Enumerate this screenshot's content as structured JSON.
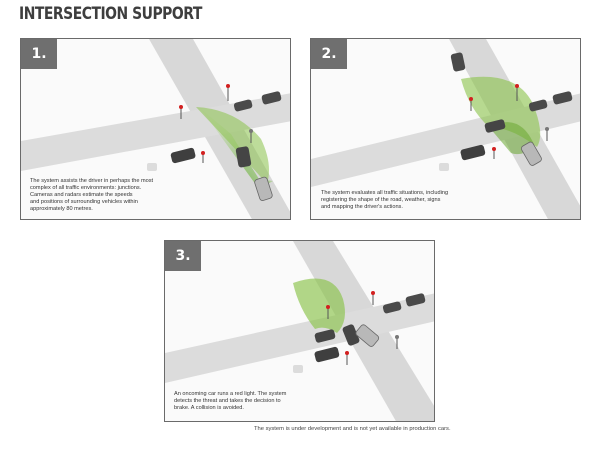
{
  "page": {
    "title": "INTERSECTION SUPPORT"
  },
  "panels": [
    {
      "number": "1.",
      "caption": "The system assists the driver in perhaps the most\ncomplex of all traffic environments: junctions.\nCameras and radars estimate the speeds\nand positions of surrounding vehicles within\napproximately 80 metres."
    },
    {
      "number": "2.",
      "caption": "The system evaluates all traffic situations, including\nregistering the shape of the road, weather, signs\nand mapping the driver's actions."
    },
    {
      "number": "3.",
      "caption": "An oncoming car runs a red light. The system\ndetects the threat and takes the decision to\nbrake. A collision is avoided."
    }
  ],
  "footnote": "The system is under development and is not yet available in production cars.",
  "colors": {
    "road": "#d9d9d9",
    "sensor_cone": "#7fbf3f",
    "car_dark": "#4a4a4a",
    "car_light": "#bdbdbd",
    "badge": "#6f6f6f",
    "traffic_light_red": "#d22020"
  },
  "icons": [
    "car-icon",
    "traffic-light-icon",
    "sensor-cone-icon"
  ]
}
